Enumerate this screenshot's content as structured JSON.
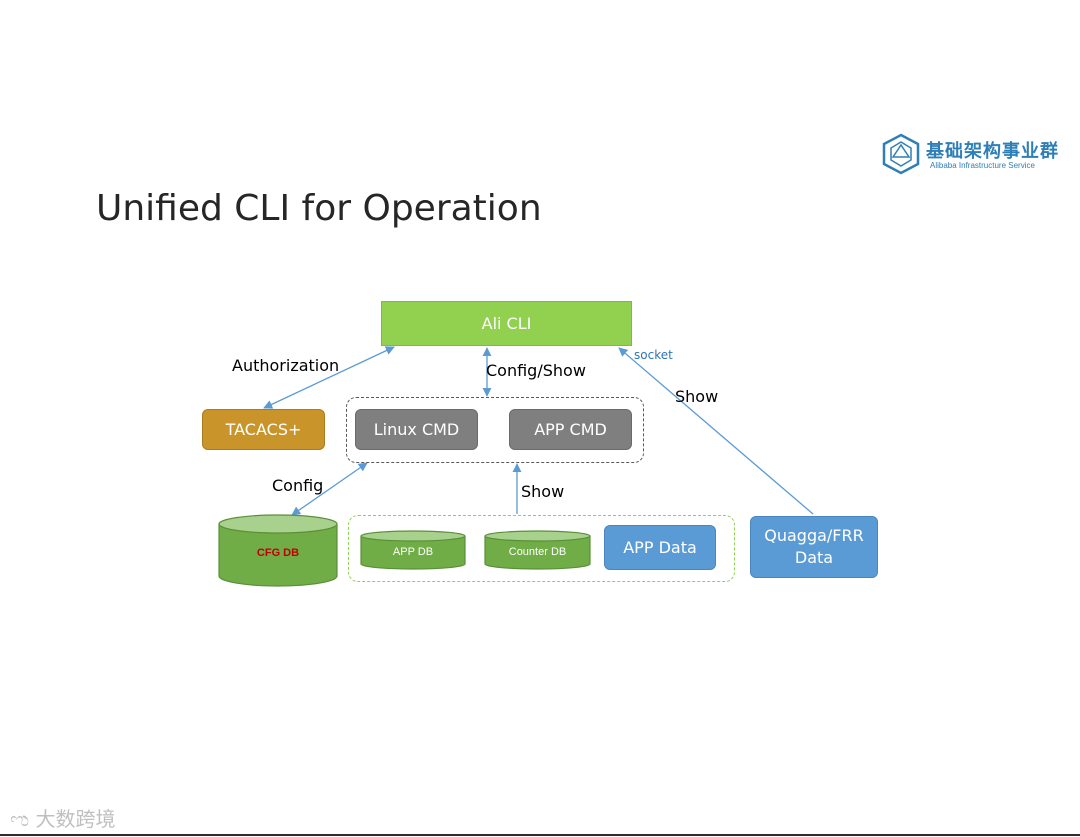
{
  "slide": {
    "title": "Unified CLI for Operation"
  },
  "logo": {
    "name_cn": "基础架构事业群",
    "name_en": "Alibaba Infrastructure Service",
    "icon": "hexagon-logo-icon"
  },
  "diagram": {
    "nodes": {
      "ali_cli": "Ali CLI",
      "tacacs": "TACACS+",
      "linux_cmd": "Linux CMD",
      "app_cmd": "APP CMD",
      "cfg_db": "CFG DB",
      "app_db": "APP DB",
      "counter_db": "Counter DB",
      "app_data": "APP Data",
      "quagga_line1": "Quagga/FRR",
      "quagga_line2": "Data"
    },
    "edges": {
      "authorization": "Authorization",
      "config_show": "Config/Show",
      "socket": "socket",
      "show_quagga": "Show",
      "config": "Config",
      "show_data": "Show"
    },
    "colors": {
      "green": "#92d050",
      "cylinder_green": "#70ad47",
      "gold": "#c9952a",
      "gray": "#7f7f7f",
      "blue": "#5b9bd5",
      "arrow": "#5b9bd5",
      "cfg_text": "#c00000"
    }
  },
  "watermark": {
    "text": "大数跨境"
  }
}
